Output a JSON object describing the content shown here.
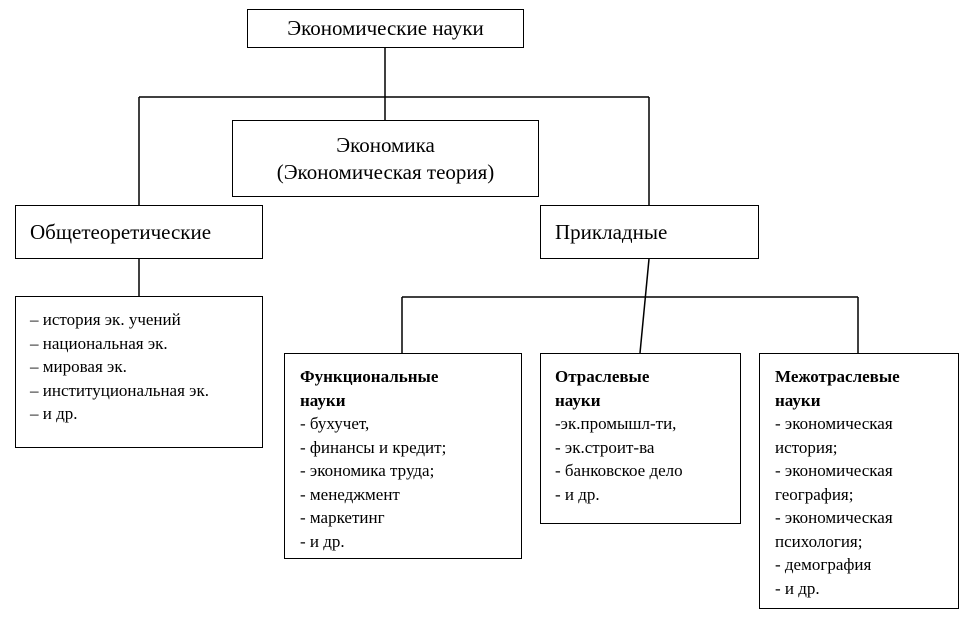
{
  "diagram": {
    "root": {
      "label": "Экономические науки"
    },
    "economics": {
      "line1": "Экономика",
      "line2": "(Экономическая теория)"
    },
    "general_theoretical": {
      "label": "Общетеоретические",
      "items": [
        "– история эк. учений",
        "– национальная эк.",
        "– мировая эк.",
        "– институциональная эк.",
        "– и др."
      ]
    },
    "applied": {
      "label": "Прикладные"
    },
    "functional": {
      "title_line1": "Функциональные",
      "title_line2": "науки",
      "items": [
        "- бухучет,",
        "- финансы и кредит;",
        "- экономика труда;",
        "- менеджмент",
        "- маркетинг",
        "- и др."
      ]
    },
    "branch": {
      "title_line1": "Отраслевые",
      "title_line2": "науки",
      "items": [
        "-эк.промышл-ти,",
        "- эк.строит-ва",
        "- банковское дело",
        "- и др."
      ]
    },
    "interbranch": {
      "title_line1": "Межотраслевые",
      "title_line2": "науки",
      "items": [
        "- экономическая",
        "история;",
        "- экономическая",
        "география;",
        "- экономическая",
        "психология;",
        "- демография",
        "- и др."
      ]
    }
  }
}
